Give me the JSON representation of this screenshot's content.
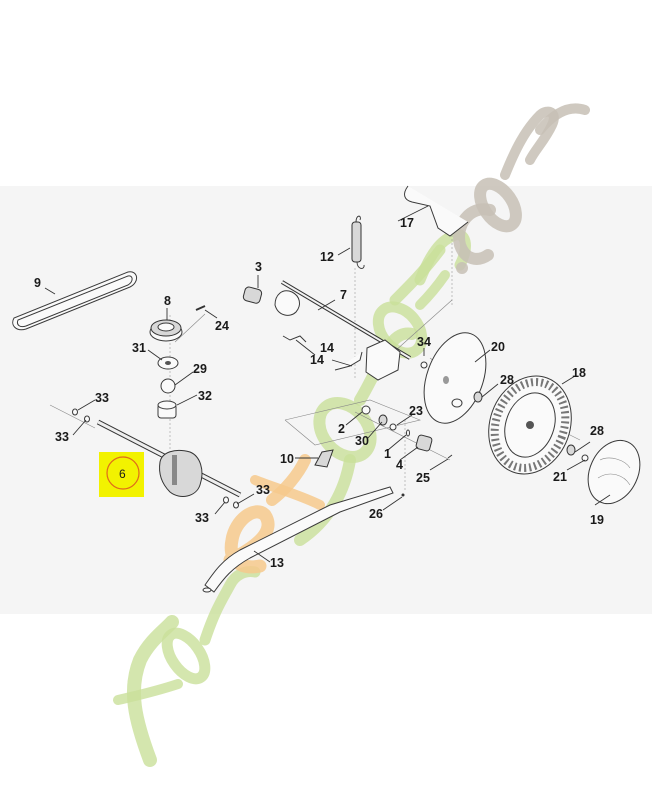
{
  "diagram": {
    "title": "Exploded parts diagram - lawn mower drive system",
    "highlighted_part": {
      "number": "6",
      "highlight_color": "#f2f200",
      "ring_color": "#e06b1a"
    },
    "watermark": {
      "text": "foretjardin.com",
      "colors": [
        "#c9e09a",
        "#f6c98c",
        "#c7bfb5"
      ]
    },
    "callouts": [
      {
        "id": "9",
        "label": "9"
      },
      {
        "id": "8",
        "label": "8"
      },
      {
        "id": "24",
        "label": "24"
      },
      {
        "id": "31",
        "label": "31"
      },
      {
        "id": "29",
        "label": "29"
      },
      {
        "id": "32",
        "label": "32"
      },
      {
        "id": "33a",
        "label": "33"
      },
      {
        "id": "33b",
        "label": "33"
      },
      {
        "id": "33c",
        "label": "33"
      },
      {
        "id": "33d",
        "label": "33"
      },
      {
        "id": "6",
        "label": "6"
      },
      {
        "id": "3",
        "label": "3"
      },
      {
        "id": "12",
        "label": "12"
      },
      {
        "id": "17",
        "label": "17"
      },
      {
        "id": "7",
        "label": "7"
      },
      {
        "id": "14a",
        "label": "14"
      },
      {
        "id": "14b",
        "label": "14"
      },
      {
        "id": "34",
        "label": "34"
      },
      {
        "id": "20",
        "label": "20"
      },
      {
        "id": "28a",
        "label": "28"
      },
      {
        "id": "18",
        "label": "18"
      },
      {
        "id": "2",
        "label": "2"
      },
      {
        "id": "30",
        "label": "30"
      },
      {
        "id": "23",
        "label": "23"
      },
      {
        "id": "1",
        "label": "1"
      },
      {
        "id": "4",
        "label": "4"
      },
      {
        "id": "25",
        "label": "25"
      },
      {
        "id": "10",
        "label": "10"
      },
      {
        "id": "26",
        "label": "26"
      },
      {
        "id": "13",
        "label": "13"
      },
      {
        "id": "28b",
        "label": "28"
      },
      {
        "id": "21",
        "label": "21"
      },
      {
        "id": "19",
        "label": "19"
      }
    ]
  }
}
